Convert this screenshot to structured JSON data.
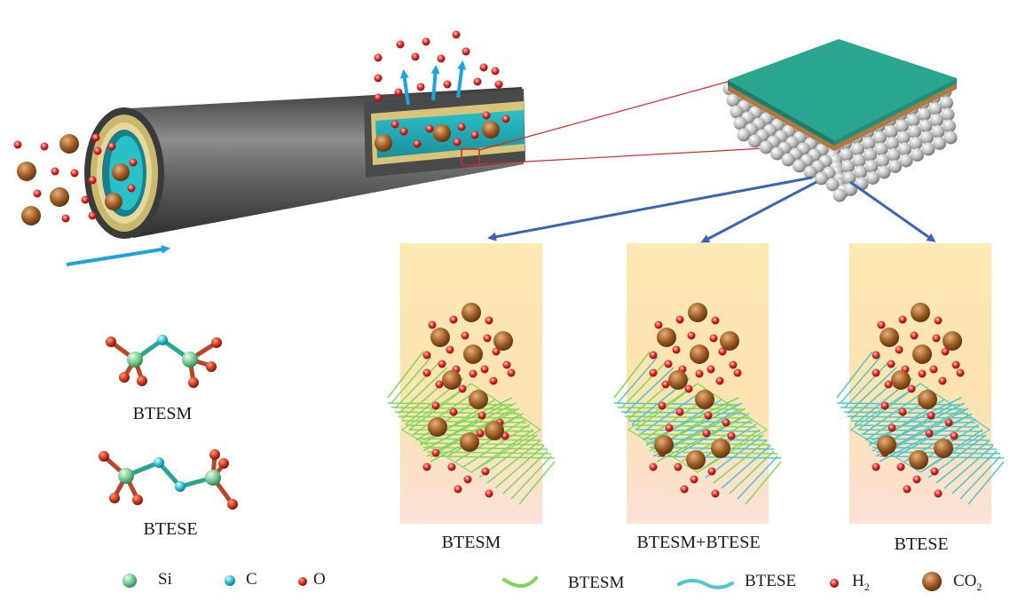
{
  "molecules": [
    {
      "name": "BTESM"
    },
    {
      "name": "BTESE"
    }
  ],
  "atom_legend": [
    "Si",
    "C",
    "O"
  ],
  "membranes": [
    {
      "label": "BTESM"
    },
    {
      "label": "BTESM+BTESE"
    },
    {
      "label": "BTESE"
    }
  ],
  "bottom_legend": {
    "btesm": "BTESM",
    "btese": "BTESE",
    "h2": "H",
    "h2_sub": "2",
    "co2": "CO",
    "co2_sub": "2"
  },
  "colors": {
    "tube": "#5a5a5a",
    "membrane_top": "#2aa58f",
    "h2_particle": "#d81e1e",
    "co2_particle": "#9a5a22",
    "arrow_flow": "#1ea3dc",
    "arrow_zoom": "#3a64b4",
    "btesm_network": "#7ed957",
    "btese_network": "#4fc6cc",
    "panel_bg": "#fce9b5"
  }
}
